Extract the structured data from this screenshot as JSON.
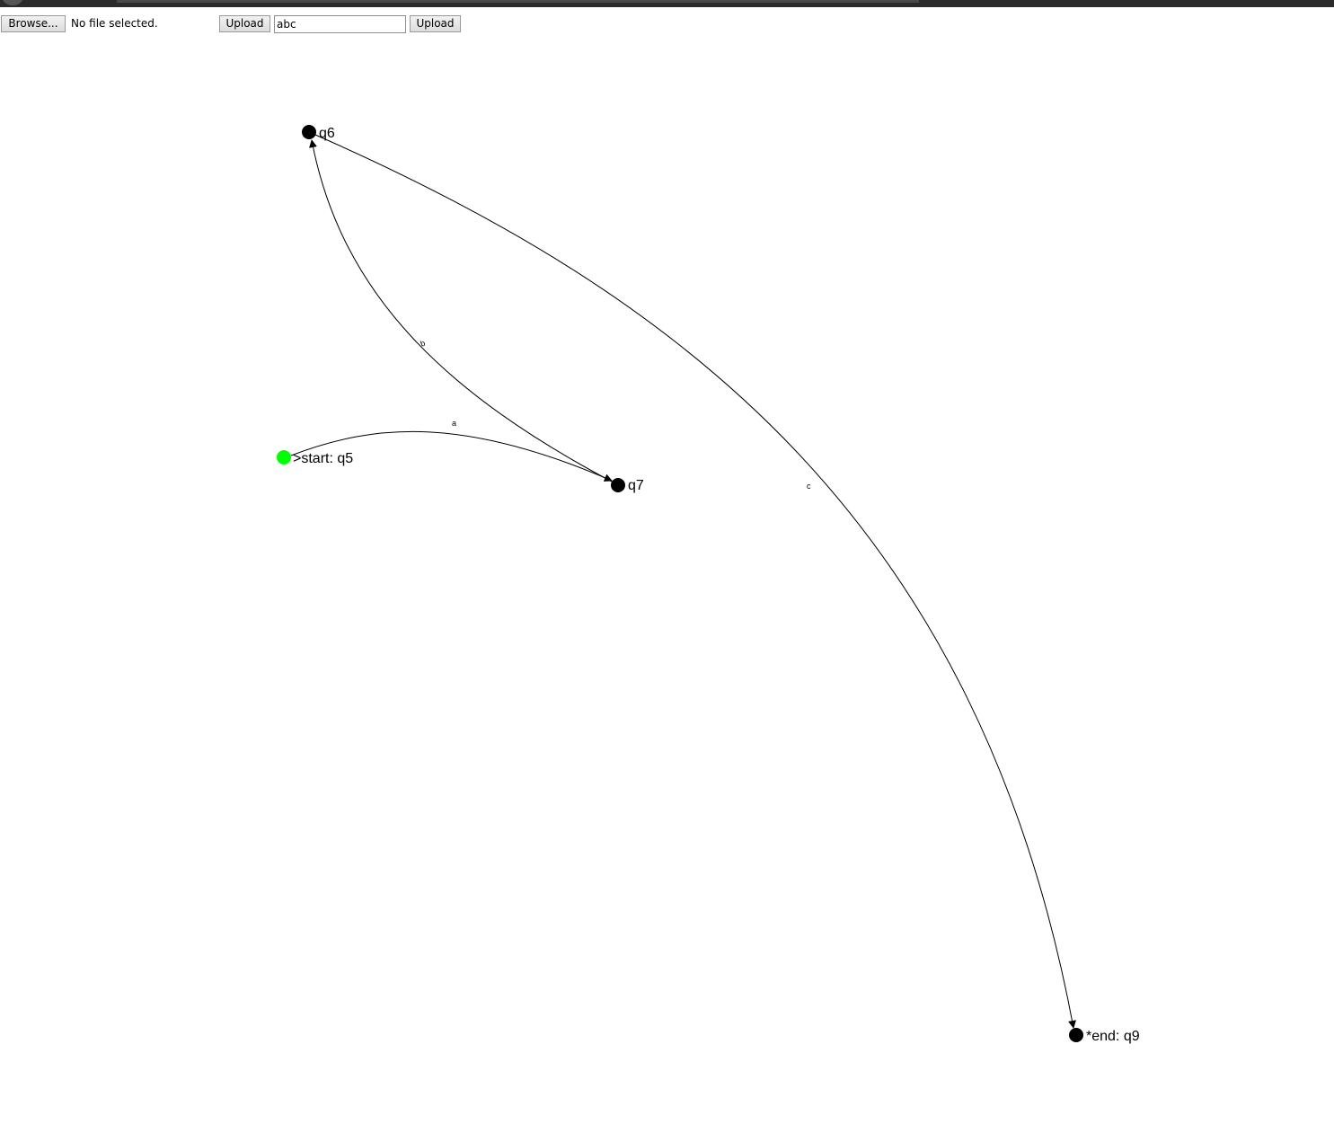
{
  "toolbar": {
    "browse_label": "Browse...",
    "file_status": "No file selected.",
    "upload_label_1": "Upload",
    "input_value": "abc",
    "upload_label_2": "Upload"
  },
  "automaton": {
    "states": [
      {
        "id": "q5",
        "label": ">start: q5",
        "color": "#00ff00"
      },
      {
        "id": "q6",
        "label": "q6",
        "color": "#000000"
      },
      {
        "id": "q7",
        "label": "q7",
        "color": "#000000"
      },
      {
        "id": "q9",
        "label": "*end: q9",
        "color": "#000000"
      }
    ],
    "transitions": [
      {
        "from": "q5",
        "to": "q7",
        "symbol": "a"
      },
      {
        "from": "q7",
        "to": "q6",
        "symbol": "b"
      },
      {
        "from": "q6",
        "to": "q9",
        "symbol": "c"
      }
    ]
  }
}
